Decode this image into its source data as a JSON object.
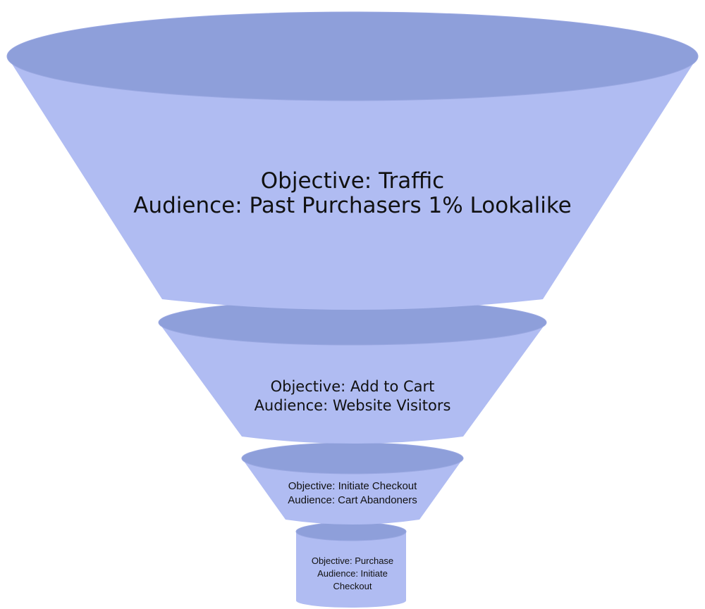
{
  "colors": {
    "body_fill": "#b0bcf2",
    "top_fill": "#8e9fda",
    "rim_stroke": "#9aa8e2",
    "text": "#111111"
  },
  "stages": [
    {
      "objective": "Objective: Traffic",
      "audience": "Audience: Past Purchasers 1% Lookalike"
    },
    {
      "objective": "Objective: Add to Cart",
      "audience": "Audience: Website Visitors"
    },
    {
      "objective": "Objective: Initiate Checkout",
      "audience": "Audience: Cart Abandoners"
    },
    {
      "objective": "Objective: Purchase",
      "audience_line1": "Audience: Initiate",
      "audience_line2": "Checkout"
    }
  ]
}
